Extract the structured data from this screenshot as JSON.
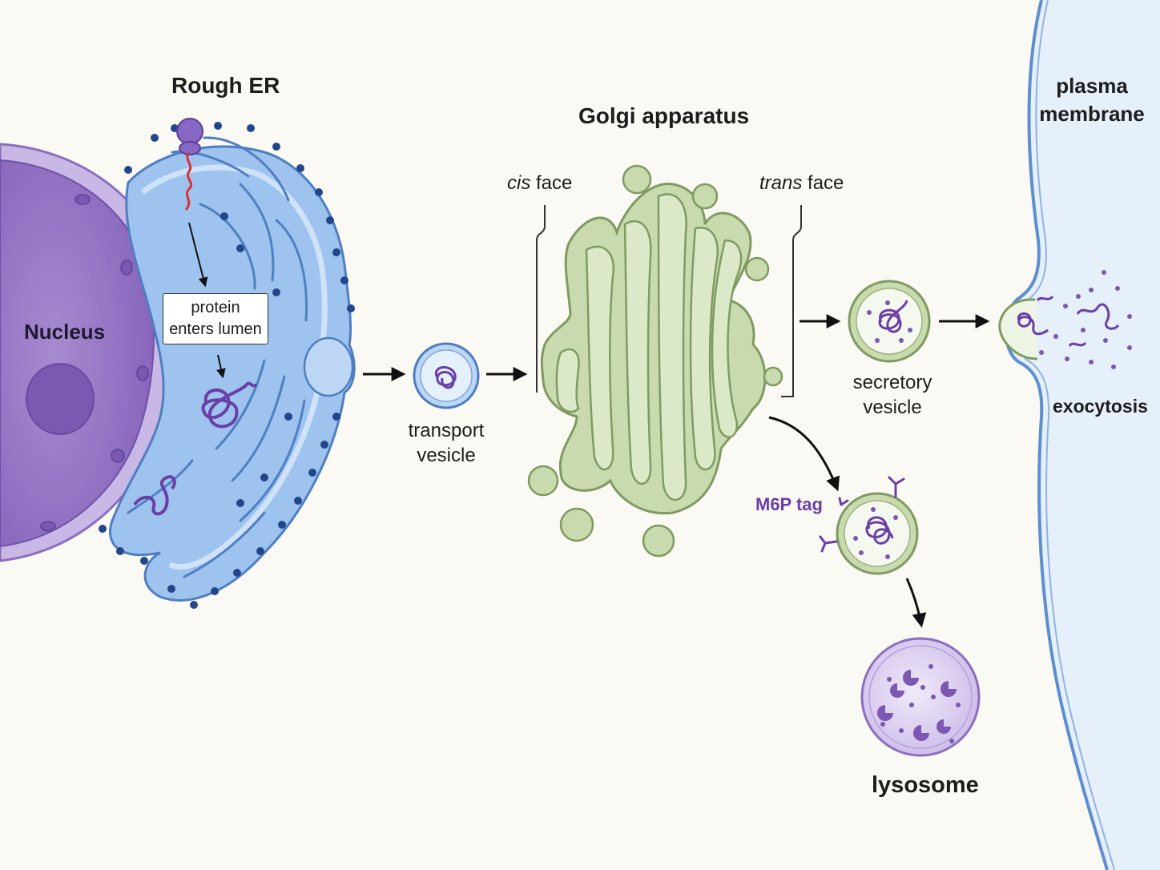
{
  "labels": {
    "rough_er": "Rough ER",
    "nucleus": "Nucleus",
    "protein_box_line1": "protein",
    "protein_box_line2": "enters lumen",
    "transport_line1": "transport",
    "transport_line2": "vesicle",
    "golgi": "Golgi apparatus",
    "cis_italic": "cis",
    "cis_rest": " face",
    "trans_italic": "trans",
    "trans_rest": " face",
    "secretory_line1": "secretory",
    "secretory_line2": "vesicle",
    "plasma_line1": "plasma",
    "plasma_line2": "membrane",
    "exocytosis": "exocytosis",
    "m6p": "M6P tag",
    "lysosome": "lysosome"
  },
  "colors": {
    "background": "#fbf9f3",
    "nucleus": "#8e6fbf",
    "er": "#9ec3ee",
    "er_outline": "#4f7fc0",
    "ribosome": "#22468a",
    "golgi": "#c9dbae",
    "golgi_outline": "#7f9a62",
    "protein": "#6a3fa8",
    "signal_peptide": "#d7323a",
    "m6p_label": "#6a3fa8",
    "extracellular": "#e6f0fb",
    "membrane": "#5d8fcf",
    "lysosome": "#d9cdef"
  },
  "icons": [
    "ribosome-icon",
    "protein-coil-icon",
    "arrow-icon",
    "m6p-receptor-icon",
    "enzyme-icon"
  ]
}
